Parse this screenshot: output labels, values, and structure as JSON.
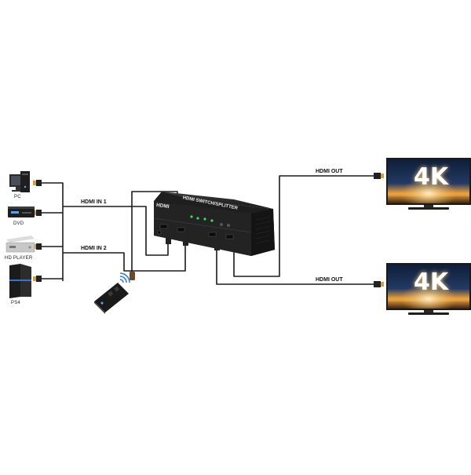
{
  "sources": [
    {
      "label": "PC",
      "icon": "pc-tower-monitor-icon"
    },
    {
      "label": "DVD",
      "icon": "dvd-player-icon"
    },
    {
      "label": "HD PLAYER",
      "icon": "hd-player-icon"
    },
    {
      "label": "PS4",
      "icon": "ps4-console-icon"
    }
  ],
  "inputs": {
    "in1_label": "HDMI IN 1",
    "in2_label": "HDMI IN 2"
  },
  "switch": {
    "brand": "HDMI",
    "name": "HDMI SWITCH/SPLITTER"
  },
  "outputs": {
    "out1_label": "HDMI OUT",
    "out2_label": "HDMI OUT"
  },
  "displays": [
    {
      "badge": "4K"
    },
    {
      "badge": "4K"
    }
  ],
  "remote": {
    "icon": "ir-remote-control-icon"
  },
  "colors": {
    "cable": "#1c1c1c",
    "connector_gold": "#c9a24a",
    "device_body": "#1e1e1e",
    "led_green": "#3fdc5a",
    "screen_glow": "#f2a43a"
  }
}
